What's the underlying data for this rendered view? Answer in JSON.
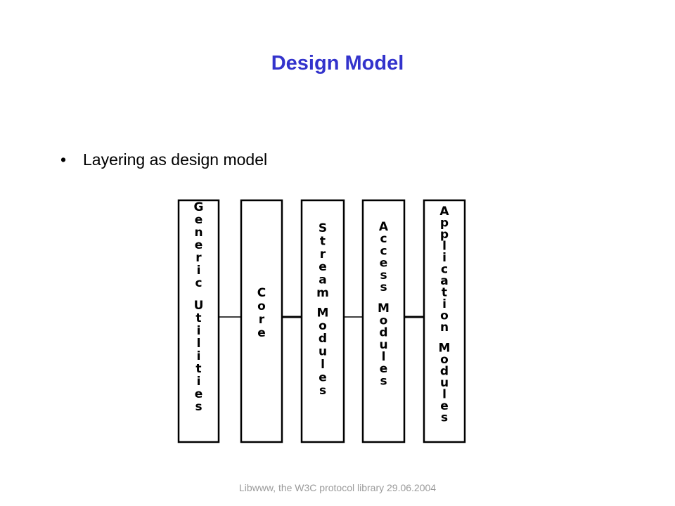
{
  "slide": {
    "title": "Design Model",
    "bullet_marker": "•",
    "bullet": "Layering as design model",
    "footer": "Libwww, the W3C protocol library 29.06.2004"
  },
  "diagram": {
    "layers": [
      {
        "name": "generic-utilities",
        "lines": [
          "Generic",
          "Utilities"
        ]
      },
      {
        "name": "core",
        "lines": [
          "Core"
        ]
      },
      {
        "name": "stream-modules",
        "lines": [
          "Stream",
          "Modules"
        ]
      },
      {
        "name": "access-modules",
        "lines": [
          "Access",
          "Modules"
        ]
      },
      {
        "name": "application-modules",
        "lines": [
          "Application",
          "Modules"
        ]
      }
    ]
  }
}
